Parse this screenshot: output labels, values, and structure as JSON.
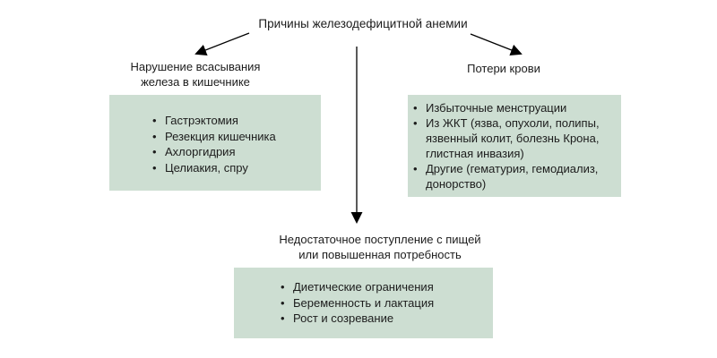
{
  "title": "Причины железодефицитной анемии",
  "icons": {
    "bullet": "•"
  },
  "colors": {
    "box_fill": "#cdded2",
    "text": "#1c1c1c",
    "arrow": "#000000",
    "background": "#ffffff"
  },
  "branches": {
    "left": {
      "heading_line1": "Нарушение всасывания",
      "heading_line2": "железа в кишечнике",
      "items": [
        "Гастрэктомия",
        "Резекция кишечника",
        "Ахлоргидрия",
        "Целиакия, спру"
      ]
    },
    "right": {
      "heading": "Потери крови",
      "items": [
        "Избыточные менструации",
        "Из ЖКТ (язва, опухоли, полипы, язвенный колит, болезнь Крона, глистная инвазия)",
        "Другие (гематурия, гемодиализ, донорство)"
      ]
    },
    "bottom": {
      "heading_line1": "Недостаточное поступление с пищей",
      "heading_line2": "или повышенная потребность",
      "items": [
        "Диетические ограничения",
        "Беременность и лактация",
        "Рост и созревание"
      ]
    }
  }
}
